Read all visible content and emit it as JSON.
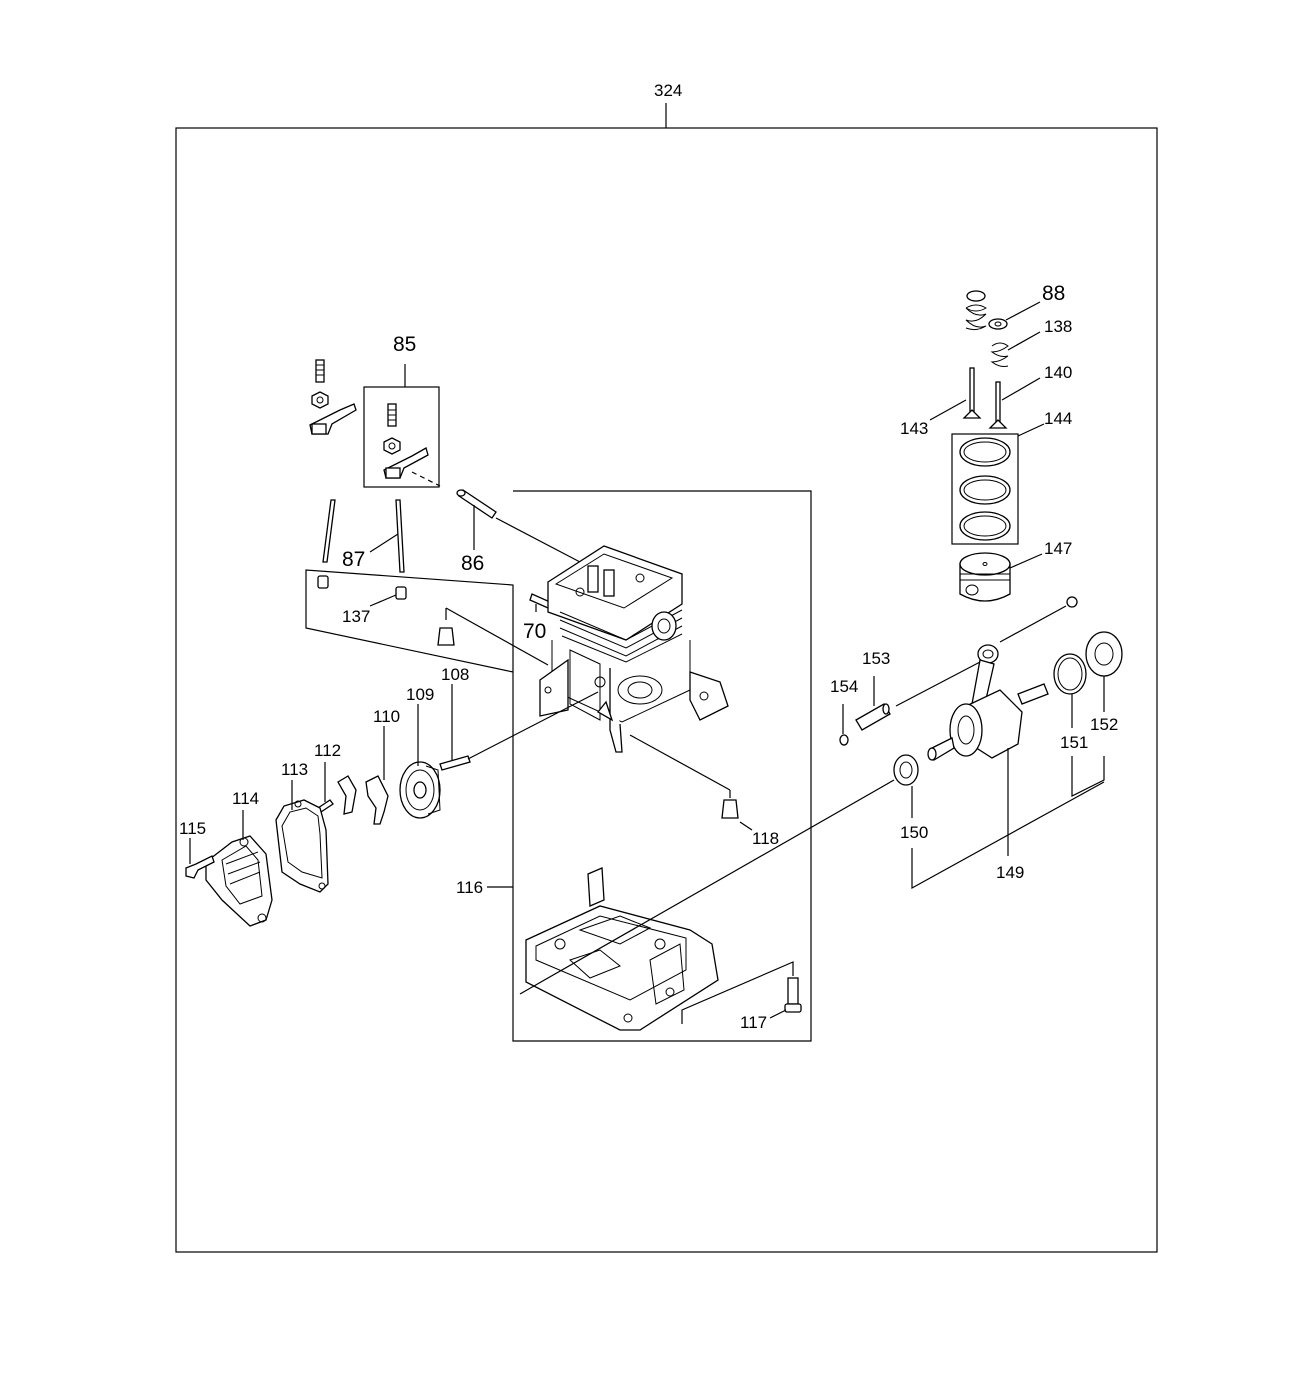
{
  "diagram": {
    "callouts": [
      {
        "id": "324",
        "text": "324"
      },
      {
        "id": "85",
        "text": "85"
      },
      {
        "id": "86",
        "text": "86"
      },
      {
        "id": "87",
        "text": "87"
      },
      {
        "id": "70",
        "text": "70"
      },
      {
        "id": "137",
        "text": "137"
      },
      {
        "id": "108",
        "text": "108"
      },
      {
        "id": "109",
        "text": "109"
      },
      {
        "id": "110",
        "text": "110"
      },
      {
        "id": "112",
        "text": "112"
      },
      {
        "id": "113",
        "text": "113"
      },
      {
        "id": "114",
        "text": "114"
      },
      {
        "id": "115",
        "text": "115"
      },
      {
        "id": "116",
        "text": "116"
      },
      {
        "id": "117",
        "text": "117"
      },
      {
        "id": "118",
        "text": "118"
      },
      {
        "id": "88",
        "text": "88"
      },
      {
        "id": "138",
        "text": "138"
      },
      {
        "id": "140",
        "text": "140"
      },
      {
        "id": "143",
        "text": "143"
      },
      {
        "id": "144",
        "text": "144"
      },
      {
        "id": "147",
        "text": "147"
      },
      {
        "id": "149",
        "text": "149"
      },
      {
        "id": "150",
        "text": "150"
      },
      {
        "id": "151",
        "text": "151"
      },
      {
        "id": "152",
        "text": "152"
      },
      {
        "id": "153",
        "text": "153"
      },
      {
        "id": "154",
        "text": "154"
      }
    ]
  }
}
